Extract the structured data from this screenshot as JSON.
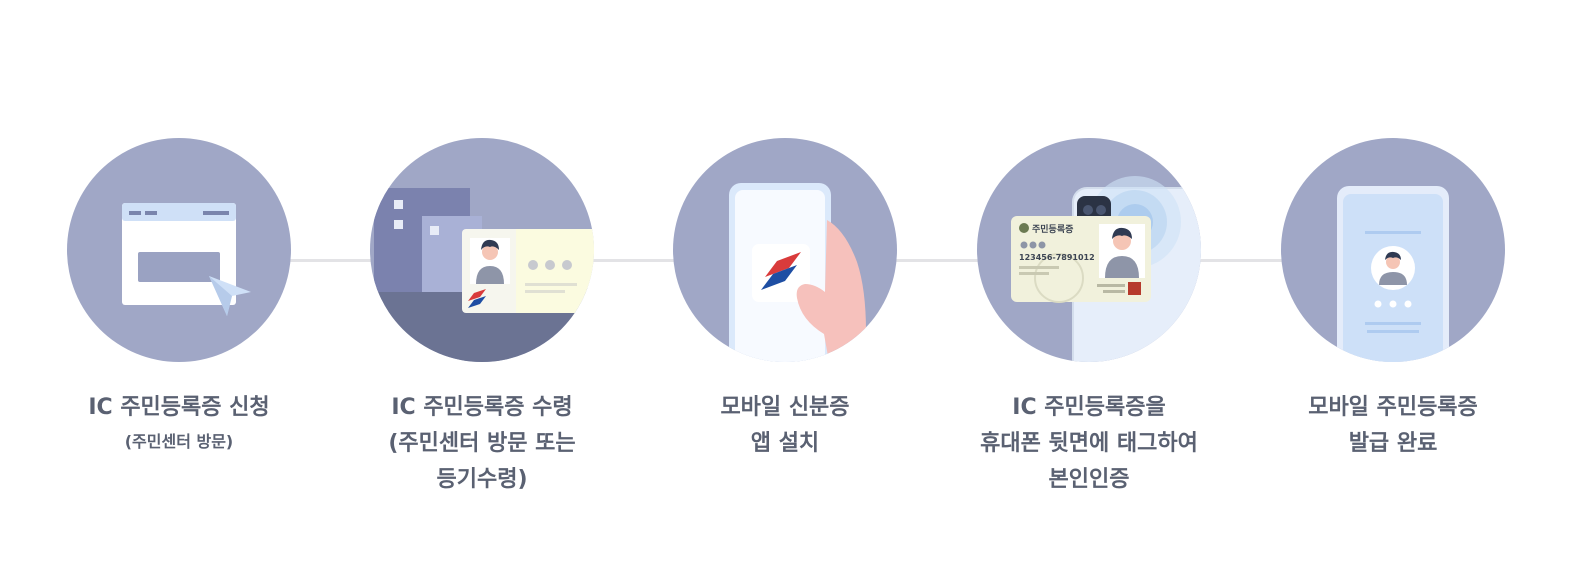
{
  "steps": [
    {
      "id": "apply",
      "icon": "browser-window-icon",
      "lines": [
        "IC 주민등록증 신청"
      ],
      "sub": "(주민센터 방문)"
    },
    {
      "id": "receive",
      "icon": "id-card-building-icon",
      "lines": [
        "IC 주민등록증 수령",
        "(주민센터 방문 또는",
        "등기수령)"
      ],
      "sub": ""
    },
    {
      "id": "install",
      "icon": "mobile-app-icon",
      "lines": [
        "모바일 신분증",
        "앱 설치"
      ],
      "sub": ""
    },
    {
      "id": "verify",
      "icon": "nfc-card-tag-icon",
      "card_title": "주민등록증",
      "card_number": "123456-7891012",
      "lines": [
        "IC 주민등록증을",
        "휴대폰 뒷면에 태그하여",
        "본인인증"
      ],
      "sub": ""
    },
    {
      "id": "complete",
      "icon": "mobile-profile-icon",
      "lines": [
        "모바일 주민등록증",
        "발급 완료"
      ],
      "sub": ""
    }
  ],
  "colors": {
    "circle": "#a0a7c6",
    "label": "#5a6172",
    "connector": "#e3e3e6"
  }
}
